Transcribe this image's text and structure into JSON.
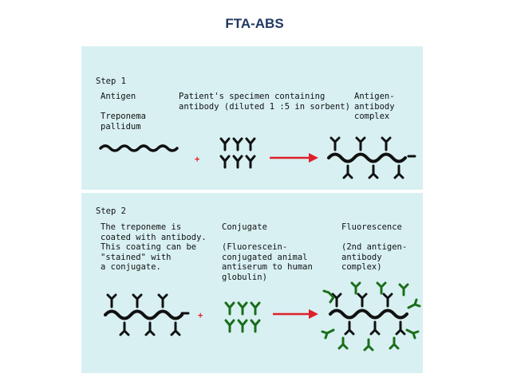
{
  "title": "FTA-ABS",
  "colors": {
    "panel": "#d8f0f2",
    "title": "#1f3864",
    "arrow": "#e0202a",
    "plus": "#e0202a",
    "green": "#1a6e1a"
  },
  "step1": {
    "heading": "Step 1",
    "antigen_label": "Antigen",
    "antigen_name": "Treponema\npallidum",
    "specimen_label": "Patient's specimen containing\nantibody (diluted 1 :5 in sorbent)",
    "complex_label": "Antigen-\nantibody\ncomplex",
    "plus": "+"
  },
  "step2": {
    "heading": "Step 2",
    "coated_text": "The treponeme is\ncoated with antibody.\nThis coating can be\n\"stained\" with\na conjugate.",
    "conjugate_label": "Conjugate",
    "conjugate_desc": "(Fluorescein-\nconjugated animal\nantiserum to human\nglobulin)",
    "fluorescence_label": "Fluorescence",
    "fluorescence_desc": "(2nd antigen-\nantibody\ncomplex)",
    "plus": "+"
  }
}
